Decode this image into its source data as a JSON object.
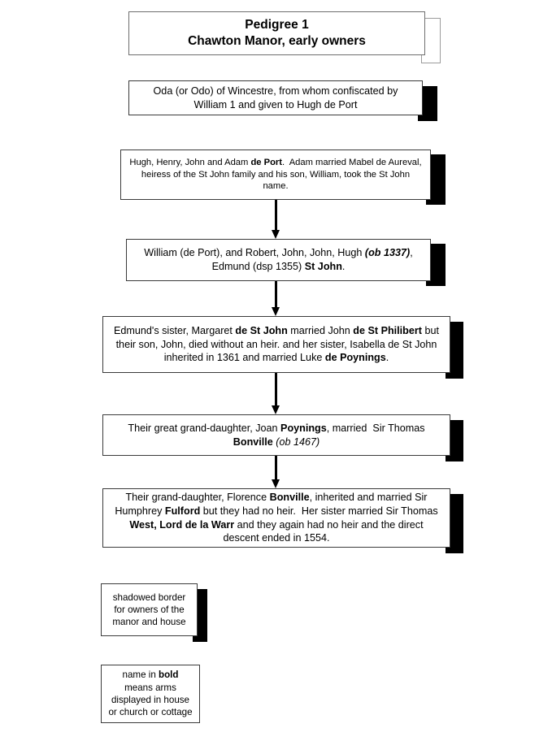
{
  "diagram": {
    "type": "pedigree-flowchart",
    "title_lines": [
      "Pedigree 1",
      "Chawton Manor, early owners"
    ],
    "title_plain": "Pedigree 1 Chawton Manor, early owners",
    "nodes": [
      {
        "id": "oda",
        "text": "Oda (or Odo) of Wincestre, from whom confiscated by William 1 and given to Hugh de Port",
        "lines": [
          "Oda (or Odo) of Wincestre, from whom confiscated by",
          "William 1 and given to Hugh de Port"
        ],
        "shadowed": true
      },
      {
        "id": "deport",
        "text": "Hugh, Henry, John and Adam de Port.  Adam married Mabel de Aureval, heiress of the St John family and his son, William, took the St John  name.",
        "lines": [
          "Hugh, Henry, John and Adam de Port.  Adam married Mabel de Aureval,",
          "heiress of the St John family and his son, William, took the St John  name."
        ],
        "bold_terms": [
          "de Port"
        ],
        "shadowed": true
      },
      {
        "id": "william",
        "text": "William (de Port), and Robert, John, John, Hugh (ob 1337), Edmund (dsp 1355) St John.",
        "lines": [
          "William (de Port), and Robert, John, John, Hugh (ob 1337),",
          "Edmund (dsp 1355) St John."
        ],
        "bold_terms": [
          "St John"
        ],
        "italic_terms": [
          "(ob 1337)"
        ],
        "shadowed": true
      },
      {
        "id": "margaret",
        "text": "Edmund's sister, Margaret de St John married John de St Philibert but their son, John, died without an heir.  and her sister, Isabella de St John inherited in 1361 and married Luke de Poynings.",
        "lines": [
          "Edmund's sister, Margaret de St John married John de St Philibert but",
          "their son, John, died without an heir.  and her sister, Isabella de St John",
          "inherited in 1361 and married Luke de Poynings."
        ],
        "bold_terms": [
          "de St John",
          "de St Philibert",
          "de Poynings"
        ],
        "shadowed": true
      },
      {
        "id": "joan",
        "text": "Their great grand-daughter, Joan Poynings, married  Sir Thomas Bonville (ob 1467)",
        "lines": [
          "Their great grand-daughter, Joan Poynings, married  Sir Thomas",
          "Bonville (ob 1467)"
        ],
        "bold_terms": [
          "Poynings",
          "Bonville"
        ],
        "italic_terms": [
          "(ob 1467)"
        ],
        "shadowed": true
      },
      {
        "id": "florence",
        "text": "Their grand-daughter, Florence Bonville, inherited and married Sir Humphrey Fulford but they had no heir.  Her sister married Sir Thomas West, Lord de la Warr and they again had no heir and the direct descent ended in 1554.",
        "lines": [
          "Their grand-daughter, Florence Bonville, inherited and married Sir",
          "Humphrey Fulford but they had no heir.  Her sister married Sir Thomas",
          "West, Lord de la Warr and they again had no heir and the direct",
          "descent ended in 1554."
        ],
        "bold_terms": [
          "Bonville",
          "Fulford",
          "West, Lord de la Warr"
        ],
        "shadowed": true
      }
    ],
    "connectors": [
      {
        "from": "deport",
        "to": "william",
        "style": "arrow-down"
      },
      {
        "from": "william",
        "to": "margaret",
        "style": "arrow-down"
      },
      {
        "from": "margaret",
        "to": "joan",
        "style": "arrow-down"
      },
      {
        "from": "joan",
        "to": "florence",
        "style": "arrow-down"
      }
    ],
    "legend": [
      {
        "id": "shadowed-border",
        "lines": [
          "shadowed border",
          "for owners of the",
          "manor and house"
        ],
        "text": "shadowed border for owners of the manor and house",
        "shadowed": true
      },
      {
        "id": "bold-name",
        "lines": [
          "name in bold",
          "means arms",
          "displayed in house",
          "or church or cottage"
        ],
        "text": "name in bold means arms displayed in house or church or cottage",
        "bold_terms": [
          "bold"
        ],
        "shadowed": false
      }
    ],
    "colors": {
      "ink": "#000000",
      "paper": "#ffffff",
      "box_border": "#3a3a3a",
      "shadow_black": "#000000",
      "shadow_light": "#9b9b9b"
    }
  }
}
